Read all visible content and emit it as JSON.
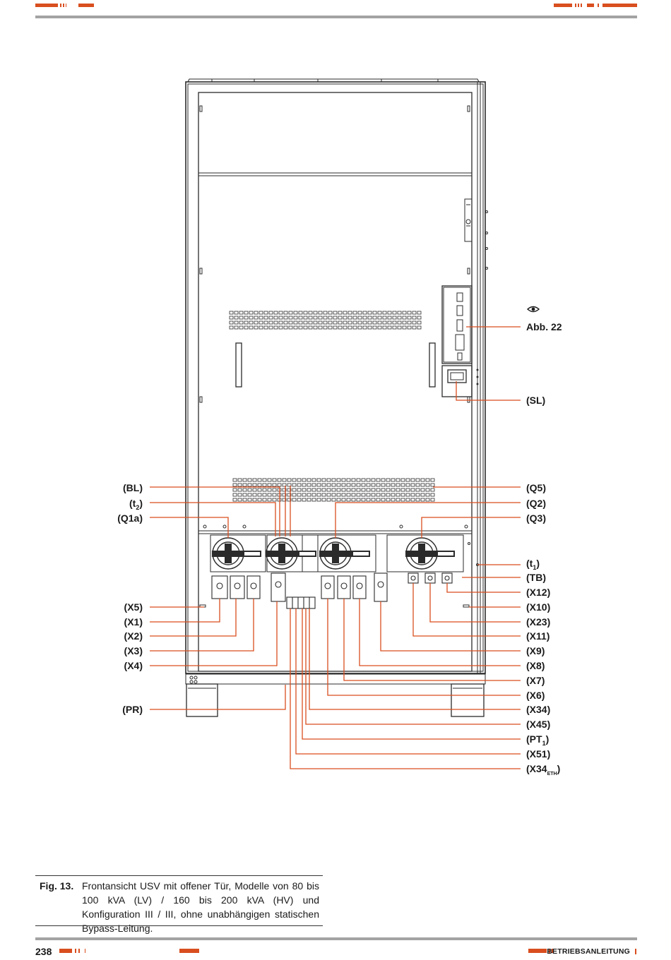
{
  "header": {},
  "figure": {
    "top_reference": "Abb. 22",
    "labels_left": {
      "bl": "(BL)",
      "t2_main": "(t",
      "t2_sub": "2",
      "t2_close": ")",
      "q1a": "(Q1a)",
      "x5": "(X5)",
      "x1": "(X1)",
      "x2": "(X2)",
      "x3": "(X3)",
      "x4": "(X4)",
      "pr": "(PR)"
    },
    "labels_right": {
      "sl": "(SL)",
      "q5": "(Q5)",
      "q2": "(Q2)",
      "q3": "(Q3)",
      "t1_main": "(t",
      "t1_sub": "1",
      "t1_close": ")",
      "tb": "(TB)",
      "x12": "(X12)",
      "x10": "(X10)",
      "x23": "(X23)",
      "x11": "(X11)",
      "x9": "(X9)",
      "x8": "(X8)",
      "x7": "(X7)",
      "x6": "(X6)",
      "x34": "(X34)",
      "x45": "(X45)",
      "pt1_main": "(PT",
      "pt1_sub": "1",
      "pt1_close": ")",
      "x51": "(X51)",
      "x34eth_main": "(X34",
      "x34eth_sub": "ETH",
      "x34eth_close": ")"
    }
  },
  "caption": {
    "number": "Fig. 13.",
    "text": "Frontansicht USV mit offener Tür, Modelle von 80 bis 100 kVA (LV) / 160 bis 200 kVA (HV) und Konfiguration III / III, ohne unabhängigen statischen Bypass-Leitung."
  },
  "footer": {
    "page_number": "238",
    "title": "BETRIEBSANLEITUNG"
  },
  "colors": {
    "accent": "#d94e1f",
    "rule": "#a3a3a3",
    "drawing": "#2b2b2b"
  },
  "icons": {
    "reference": "eye-icon"
  }
}
